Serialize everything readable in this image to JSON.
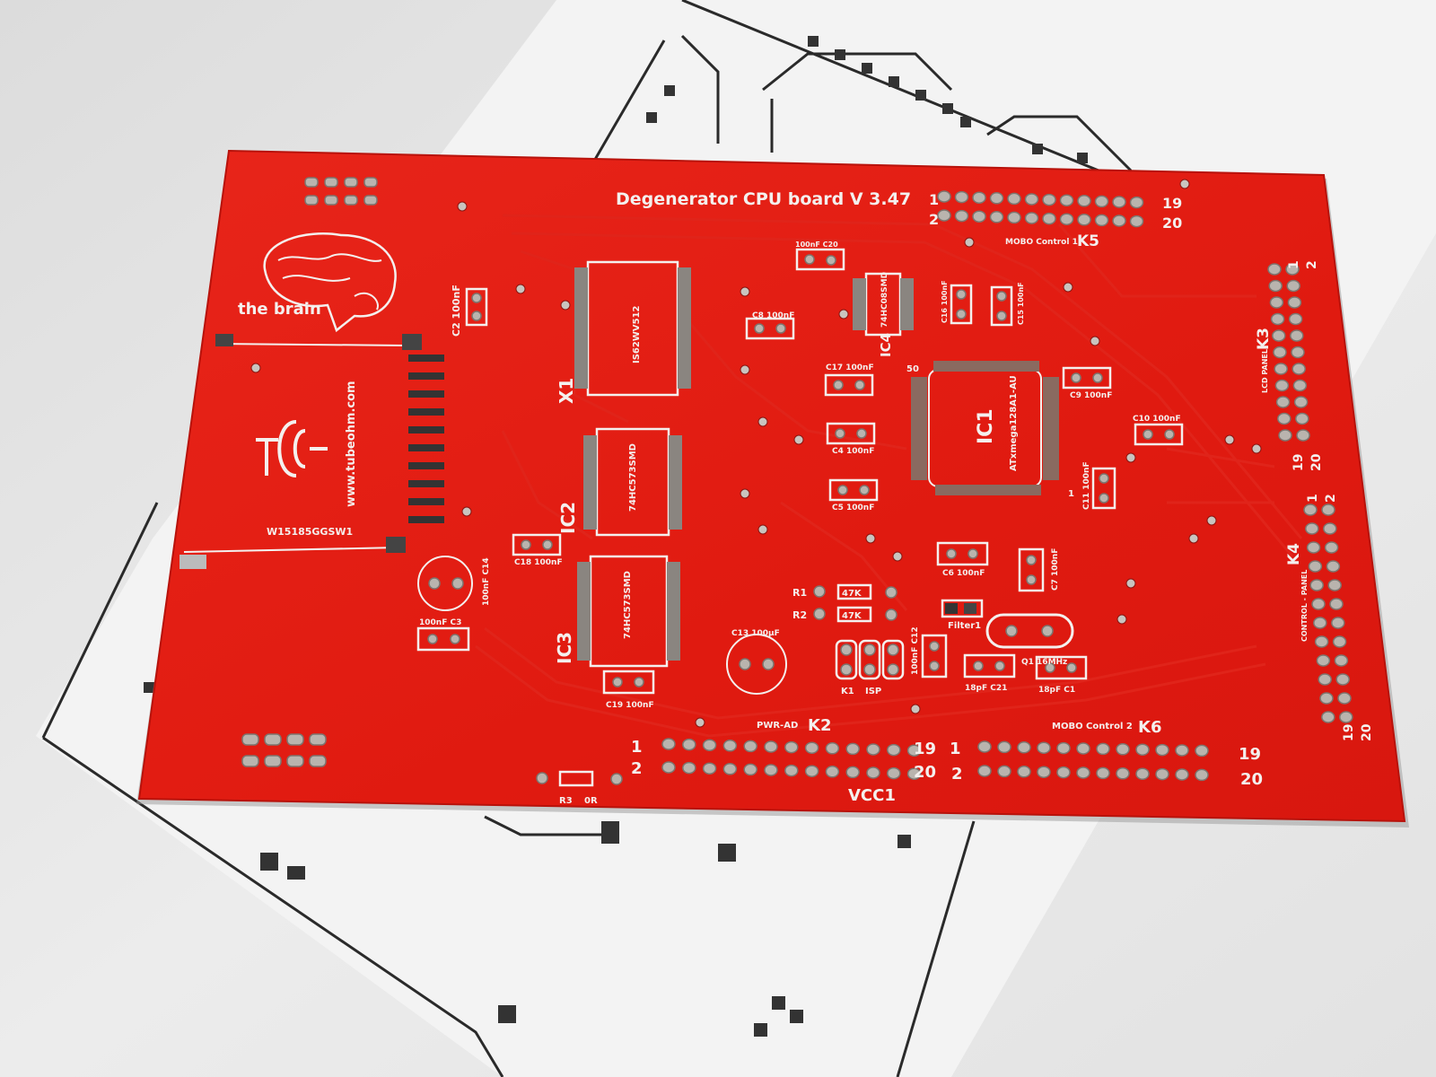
{
  "board": {
    "title": "Degenerator CPU board V 3.47",
    "logo_text": "the brain",
    "website": "www.tubeohm.com",
    "serial": "W15185GGSW1",
    "colors": {
      "pcb": "#e31b12",
      "silk": "#f4f0ee",
      "paper": "#f2f2f2",
      "ink": "#2a2a2a"
    }
  },
  "headers": {
    "k5": {
      "name": "K5",
      "label": "MOBO Control 1",
      "pin_first": "1",
      "pin_second": "2",
      "pin_last_a": "19",
      "pin_last_b": "20"
    },
    "k3": {
      "name": "K3",
      "label": "LCD PANEL",
      "pin_first": "1",
      "pin_second": "2",
      "pin_last_a": "19",
      "pin_last_b": "20"
    },
    "k4": {
      "name": "K4",
      "label": "CONTROL - PANEL",
      "pin_first": "1",
      "pin_second": "2",
      "pin_last_a": "19",
      "pin_last_b": "20"
    },
    "k2": {
      "name": "K2",
      "label": "PWR-AD",
      "pin_first": "1",
      "pin_second": "2",
      "pin_last_a": "19",
      "pin_last_b": "20"
    },
    "k6": {
      "name": "K6",
      "label": "MOBO Control 2",
      "pin_first": "1",
      "pin_second": "2",
      "pin_last_a": "19",
      "pin_last_b": "20"
    },
    "vcc": "VCC1"
  },
  "ics": {
    "ic1": {
      "ref": "IC1",
      "part": "ATxmega128A1-AU",
      "pin50": "50",
      "pin1": "1"
    },
    "x1": {
      "ref": "X1",
      "part": "IS62WV512"
    },
    "ic2": {
      "ref": "IC2",
      "part": "74HC573SMD"
    },
    "ic3": {
      "ref": "IC3",
      "part": "74HC573SMD"
    },
    "ic4": {
      "ref": "IC4",
      "part": "74HC08SMD"
    }
  },
  "caps": {
    "c2": "C2 100nF",
    "c20": "100nF C20",
    "c8": "C8 100nF",
    "c16": "C16 100nF",
    "c15": "C15 100nF",
    "c17": "C17 100nF",
    "c4": "C4 100nF",
    "c5": "C5 100nF",
    "c9": "C9 100nF",
    "c10": "C10 100nF",
    "c11": "C11 100nF",
    "c18": "C18 100nF",
    "c14": "100nF C14",
    "c3": "100nF C3",
    "c19": "C19 100nF",
    "c13": "C13 100µF",
    "c12": "100nF C12",
    "c6": "C6 100nF",
    "c7": "C7 100nF",
    "c21": "18pF C21",
    "c1": "18pF C1"
  },
  "misc": {
    "r1": "R1",
    "r2": "R2",
    "r_value": "47K",
    "filter": "Filter1",
    "crystal": "Q1 16MHz",
    "k1": "K1",
    "isp": "ISP",
    "r3": "R3",
    "r3_value": "0R"
  }
}
